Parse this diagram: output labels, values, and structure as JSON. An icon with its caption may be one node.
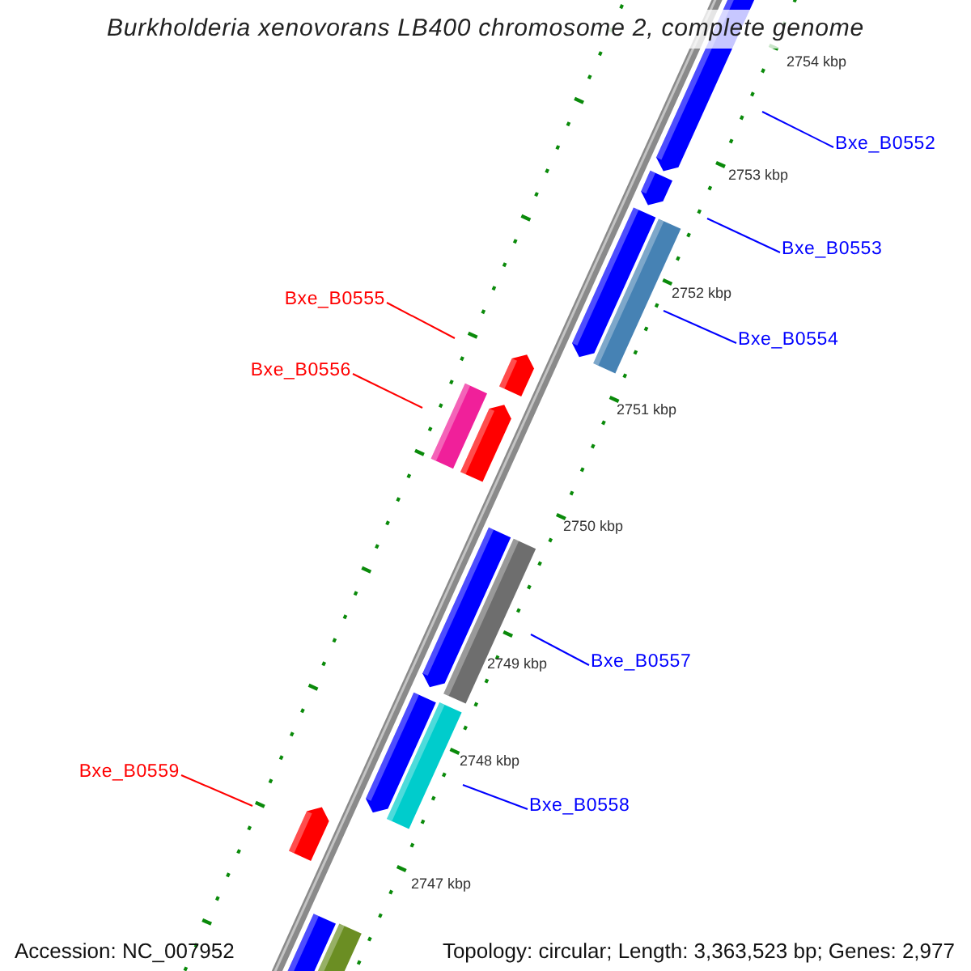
{
  "diagram": {
    "title": "Burkholderia xenovorans LB400 chromosome 2, complete genome",
    "nodes": [
      {
        "text": [
          "Bxe_B0552"
        ]
      },
      {
        "text": [
          "Bxe_B0553"
        ]
      },
      {
        "text": [
          "Bxe_B0554"
        ]
      },
      {
        "text": [
          "Bxe_B0555"
        ]
      },
      {
        "text": [
          "Bxe_B0556"
        ]
      },
      {
        "text": [
          "Bxe_B0557"
        ]
      },
      {
        "text": [
          "Bxe_B0559"
        ]
      },
      {
        "text": [
          "Bxe_B0558"
        ]
      }
    ],
    "edges": [
      {
        "from": 0,
        "to": null,
        "arrow": "none"
      },
      {
        "from": 1,
        "to": null,
        "arrow": "none"
      },
      {
        "from": 2,
        "to": null,
        "arrow": "none"
      },
      {
        "from": 3,
        "to": null,
        "arrow": "none",
        "color": "#ff0000"
      },
      {
        "from": 4,
        "to": null,
        "arrow": "none",
        "color": "#ff0000"
      },
      {
        "from": 5,
        "to": null,
        "arrow": "none"
      },
      {
        "from": 6,
        "to": null,
        "arrow": "none",
        "color": "#ff0000"
      },
      {
        "from": 7,
        "to": null,
        "arrow": "none"
      }
    ],
    "labels": [
      "2754 kbp",
      "2753 kbp",
      "2752 kbp",
      "2751 kbp",
      "2750 kbp",
      "2749 kbp",
      "2748 kbp",
      "2747 kbp",
      "Accession: NC_007952",
      "Topology: circular; Length: 3,363,523 bp; Genes: 2,977"
    ]
  }
}
